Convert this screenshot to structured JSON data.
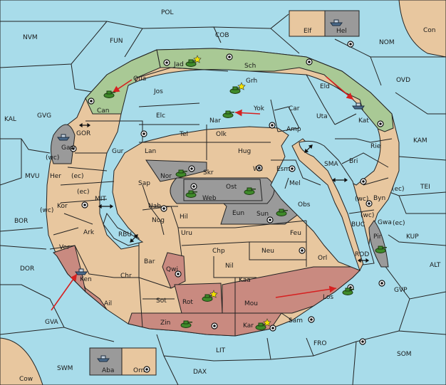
{
  "provinces": {
    "sea": [
      "POL",
      "COB",
      "FUN",
      "NVM",
      "NOM",
      "OVD",
      "Con",
      "KAL",
      "GVG",
      "GOR",
      "KAM",
      "MVU",
      "SMA",
      "TEI",
      "BOR",
      "MIT",
      "RBU",
      "BUC",
      "KUP",
      "ROD",
      "DOR",
      "ALT",
      "GVP",
      "GVA",
      "FRO",
      "SOM",
      "LIT",
      "SWM",
      "DAX",
      "Cow"
    ],
    "land": [
      "Elf",
      "Hel",
      "Jad",
      "Sch",
      "Qua",
      "Jos",
      "Can",
      "Grh",
      "Eld",
      "Yok",
      "Car",
      "Elc",
      "Nar",
      "Uta",
      "Kat",
      "Tel",
      "Olk",
      "Amp",
      "Gaw",
      "Gur",
      "Lan",
      "Hug",
      "Rie",
      "Bri",
      "Nor",
      "Skr",
      "Wil",
      "Esm",
      "Sap",
      "Ost",
      "Web",
      "Mel",
      "Her",
      "Byn",
      "Kor",
      "Nab",
      "Eun",
      "Sun",
      "Obs",
      "Gwa",
      "Hil",
      "Nog",
      "Uru",
      "Feu",
      "Pir",
      "Ark",
      "Ver",
      "Chp",
      "Neu",
      "Bar",
      "Qwi",
      "Orl",
      "Nil",
      "Ken",
      "Chr",
      "Kaa",
      "Rot",
      "Mou",
      "Los",
      "Ail",
      "Sot",
      "Zin",
      "Kar",
      "Sam",
      "Aba",
      "Orn"
    ]
  },
  "annotations": [
    "(wc)",
    "(ec)",
    "(ec)",
    "(wc)",
    "(wc)",
    "(ec)",
    "(wc)",
    "(ec)"
  ],
  "colors": {
    "sea": "#a8dcea",
    "land": "#e8c79f",
    "player_green": "#a9c995",
    "player_red": "#c98a80",
    "player_grey": "#9a9a9a",
    "move_arrow": "#d62020",
    "army_green": "#3f8a2a",
    "army_grey": "#4a6a8a"
  },
  "units": [
    {
      "type": "army",
      "owner": "green",
      "province": "Jad",
      "marked": true
    },
    {
      "type": "army",
      "owner": "green",
      "province": "Can"
    },
    {
      "type": "army",
      "owner": "green",
      "province": "Grh",
      "marked": true
    },
    {
      "type": "army",
      "owner": "green",
      "province": "Nar"
    },
    {
      "type": "fleet",
      "owner": "grey",
      "province": "Kat"
    },
    {
      "type": "fleet",
      "owner": "grey",
      "province": "Hel"
    },
    {
      "type": "fleet",
      "owner": "grey",
      "province": "Gaw"
    },
    {
      "type": "army",
      "owner": "green",
      "province": "Nor"
    },
    {
      "type": "army",
      "owner": "green",
      "province": "Web"
    },
    {
      "type": "army",
      "owner": "green",
      "province": "Ost"
    },
    {
      "type": "army",
      "owner": "green",
      "province": "Sun"
    },
    {
      "type": "army",
      "owner": "green",
      "province": "Pir"
    },
    {
      "type": "fleet",
      "owner": "grey",
      "province": "Ken"
    },
    {
      "type": "army",
      "owner": "green",
      "province": "Rot",
      "marked": true
    },
    {
      "type": "army",
      "owner": "green",
      "province": "Los"
    },
    {
      "type": "army",
      "owner": "green",
      "province": "Zin"
    },
    {
      "type": "army",
      "owner": "green",
      "province": "Kar",
      "marked": true
    },
    {
      "type": "fleet",
      "owner": "grey",
      "province": "Aba"
    }
  ],
  "orders": [
    {
      "from": "Qua",
      "to": "Can"
    },
    {
      "from": "Yok",
      "to": "Nar"
    },
    {
      "from": "Eld",
      "to": "Kat"
    },
    {
      "from": "GVA",
      "to": "Ken"
    },
    {
      "from": "Mou",
      "to": "Los"
    }
  ]
}
